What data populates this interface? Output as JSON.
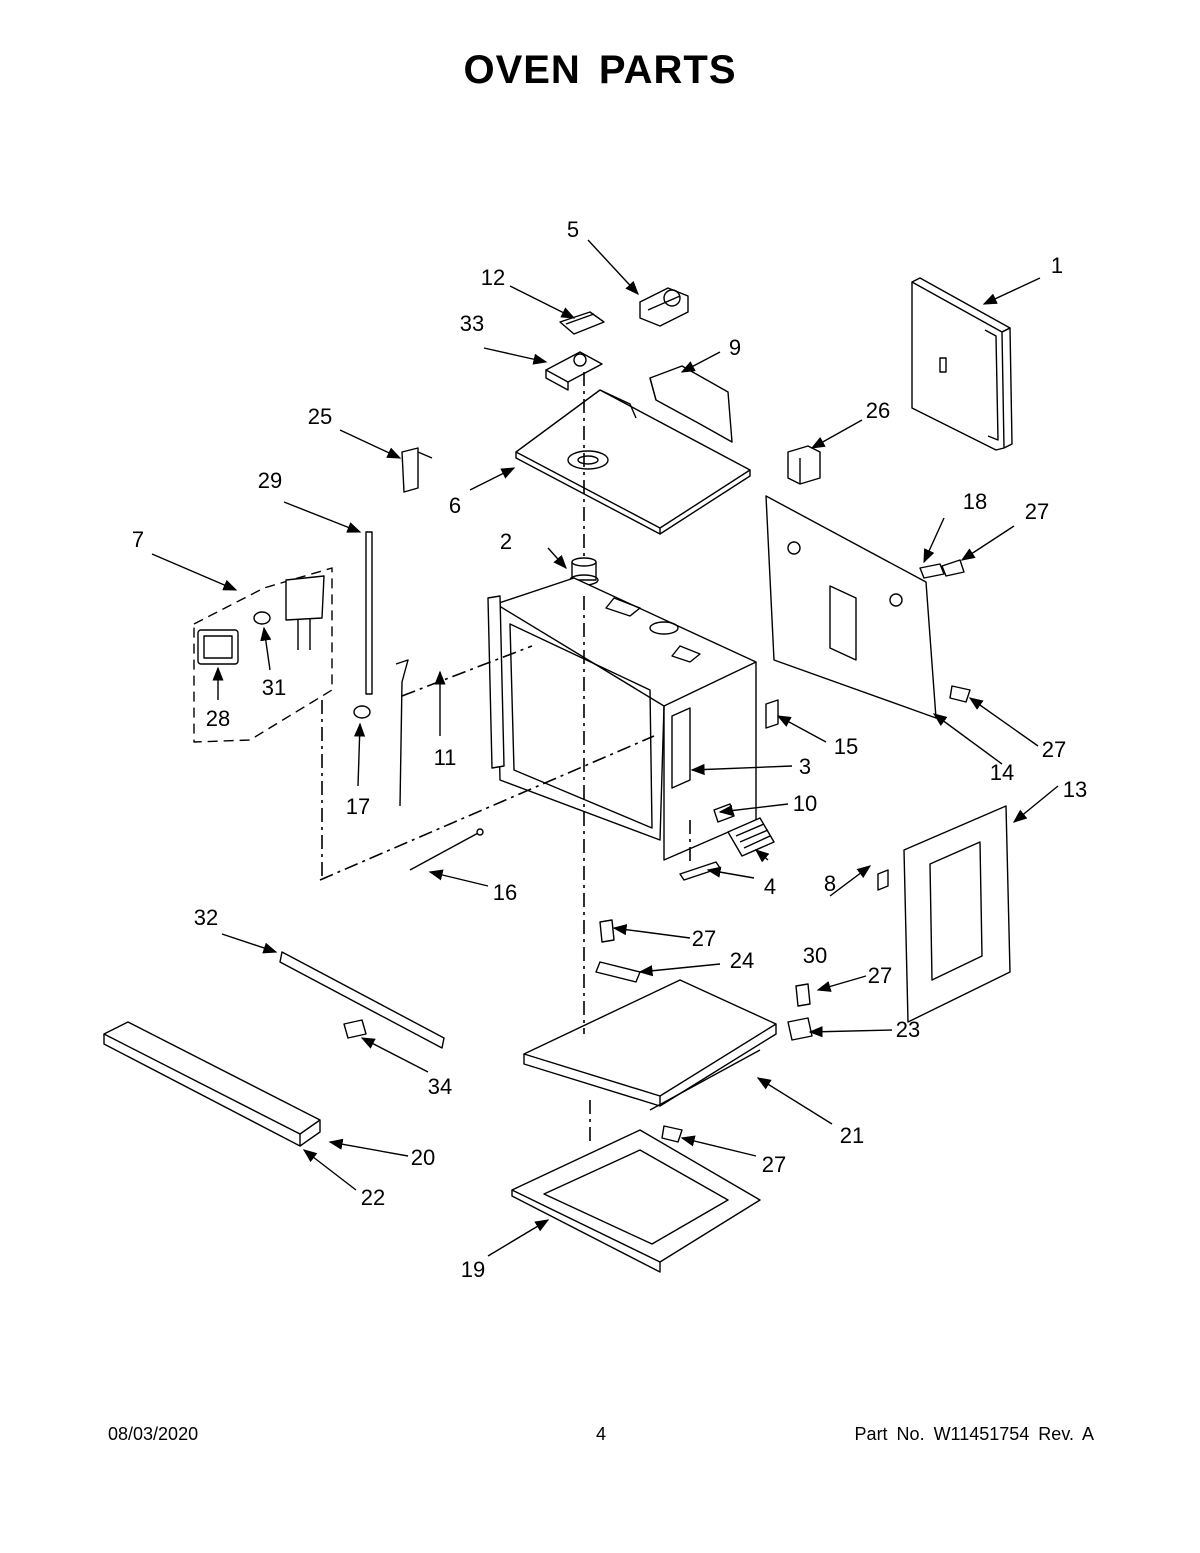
{
  "page": {
    "title": "OVEN PARTS"
  },
  "callouts": {
    "c1": "1",
    "c2": "2",
    "c3": "3",
    "c4": "4",
    "c5": "5",
    "c6": "6",
    "c7": "7",
    "c8": "8",
    "c9": "9",
    "c10": "10",
    "c11": "11",
    "c12": "12",
    "c13": "13",
    "c14": "14",
    "c15": "15",
    "c16": "16",
    "c17": "17",
    "c18": "18",
    "c19": "19",
    "c20": "20",
    "c21": "21",
    "c22": "22",
    "c23": "23",
    "c24": "24",
    "c25": "25",
    "c26": "26",
    "c27": "27",
    "c28": "28",
    "c29": "29",
    "c30": "30",
    "c31": "31",
    "c32": "32",
    "c33": "33",
    "c34": "34"
  },
  "footer": {
    "date": "08/03/2020",
    "page_number": "4",
    "part_info": "Part No.  W11451754  Rev.  A"
  }
}
